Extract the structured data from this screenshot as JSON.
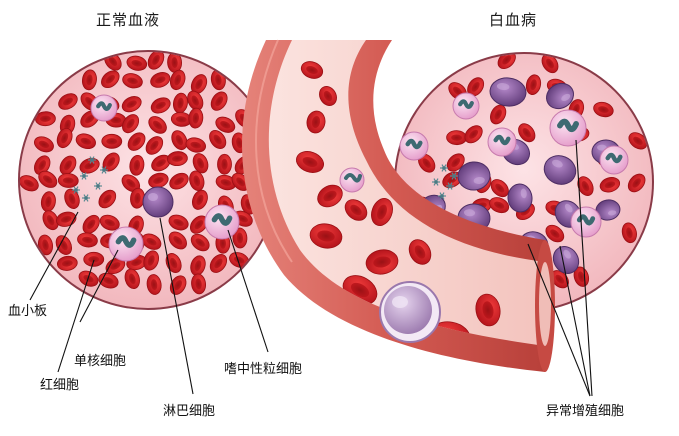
{
  "titles": {
    "normal": "正常血液",
    "leukemia": "白血病"
  },
  "labels": {
    "platelet": "血小板",
    "red_cell": "红细胞",
    "monocyte": "单核细胞",
    "lymphocyte": "淋巴细胞",
    "neutrophil": "嗜中性粒细胞",
    "abnormal": "异常增殖细胞"
  },
  "colors": {
    "red_cell": "#d01e22",
    "red_cell_dark": "#8e0c10",
    "plasma": "#f7c9ce",
    "lymphocyte": "#7d5594",
    "white_cell": "#f4bddf",
    "nucleus": "#3e6a72",
    "vessel": "#d9655d"
  }
}
